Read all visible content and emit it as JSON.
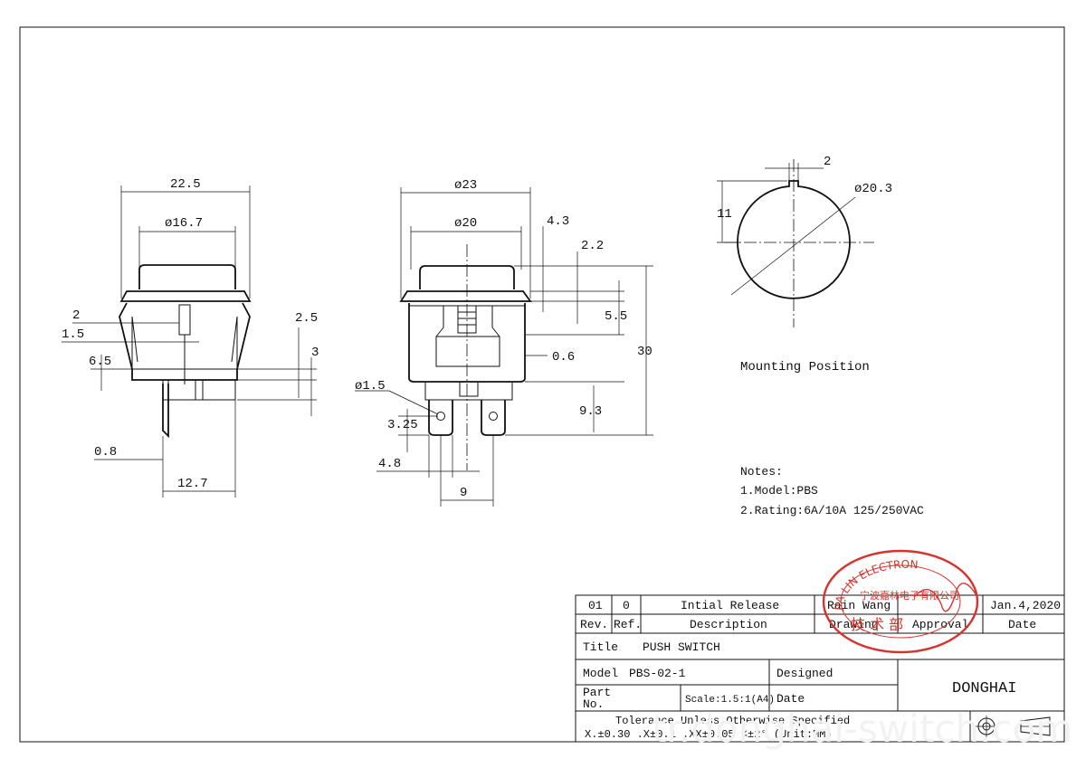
{
  "views": {
    "side": {
      "width": "22.5",
      "button_dia": "ø16.7",
      "d2": "2",
      "d1_5": "1.5",
      "d6_5": "6.5",
      "d2_5": "2.5",
      "d3": "3",
      "d0_8": "0.8",
      "d12_7": "12.7"
    },
    "front": {
      "outer_dia": "ø23",
      "body_dia": "ø20",
      "d4_3": "4.3",
      "d2_2": "2.2",
      "d5_5": "5.5",
      "d0_6": "0.6",
      "d30": "30",
      "d9_3": "9.3",
      "hole_dia": "ø1.5",
      "d3_25": "3.25",
      "d4_8": "4.8",
      "d9": "9"
    },
    "mounting": {
      "key_width": "2",
      "dia": "ø20.3",
      "key_height": "11",
      "caption": "Mounting Position"
    }
  },
  "notes": {
    "heading": "Notes:",
    "items": [
      "1.Model:PBS",
      "2.Rating:6A/10A 125/250VAC"
    ]
  },
  "title_block": {
    "rev_value": "01",
    "ref_value": "0",
    "description_value": "Intial Release",
    "drawn_by": "Rain Wang",
    "date_value": "Jan.4,2020",
    "rev_label": "Rev.",
    "ref_label": "Ref.",
    "description_label": "Description",
    "drawing_label": "Drawing",
    "approval_label": "Approval",
    "date_label": "Date",
    "title_label": "Title",
    "title_value": "PUSH SWITCH",
    "model_label": "Model",
    "model_value": "PBS-02-1",
    "designed_label": "Designed",
    "company": "DONGHAI",
    "part_label_1": "Part",
    "part_label_2": "No.",
    "scale": "Scale:1.5:1(A4)",
    "date_label_2": "Date",
    "tolerance_title": "Tolerance Unless Otherwise Specified",
    "tolerance_values": "X.±0.30  .X±0.1  .XX±0.05  ∠±2°  (Unit:MM)"
  },
  "stamp": {
    "text_en": "JIA LIN ELECTRON",
    "text_cn": "宁波嘉林电子有限公司",
    "text_dept": "技 术 部",
    "color": "#d7322d"
  },
  "watermark": "tr.donghai-switch.com"
}
